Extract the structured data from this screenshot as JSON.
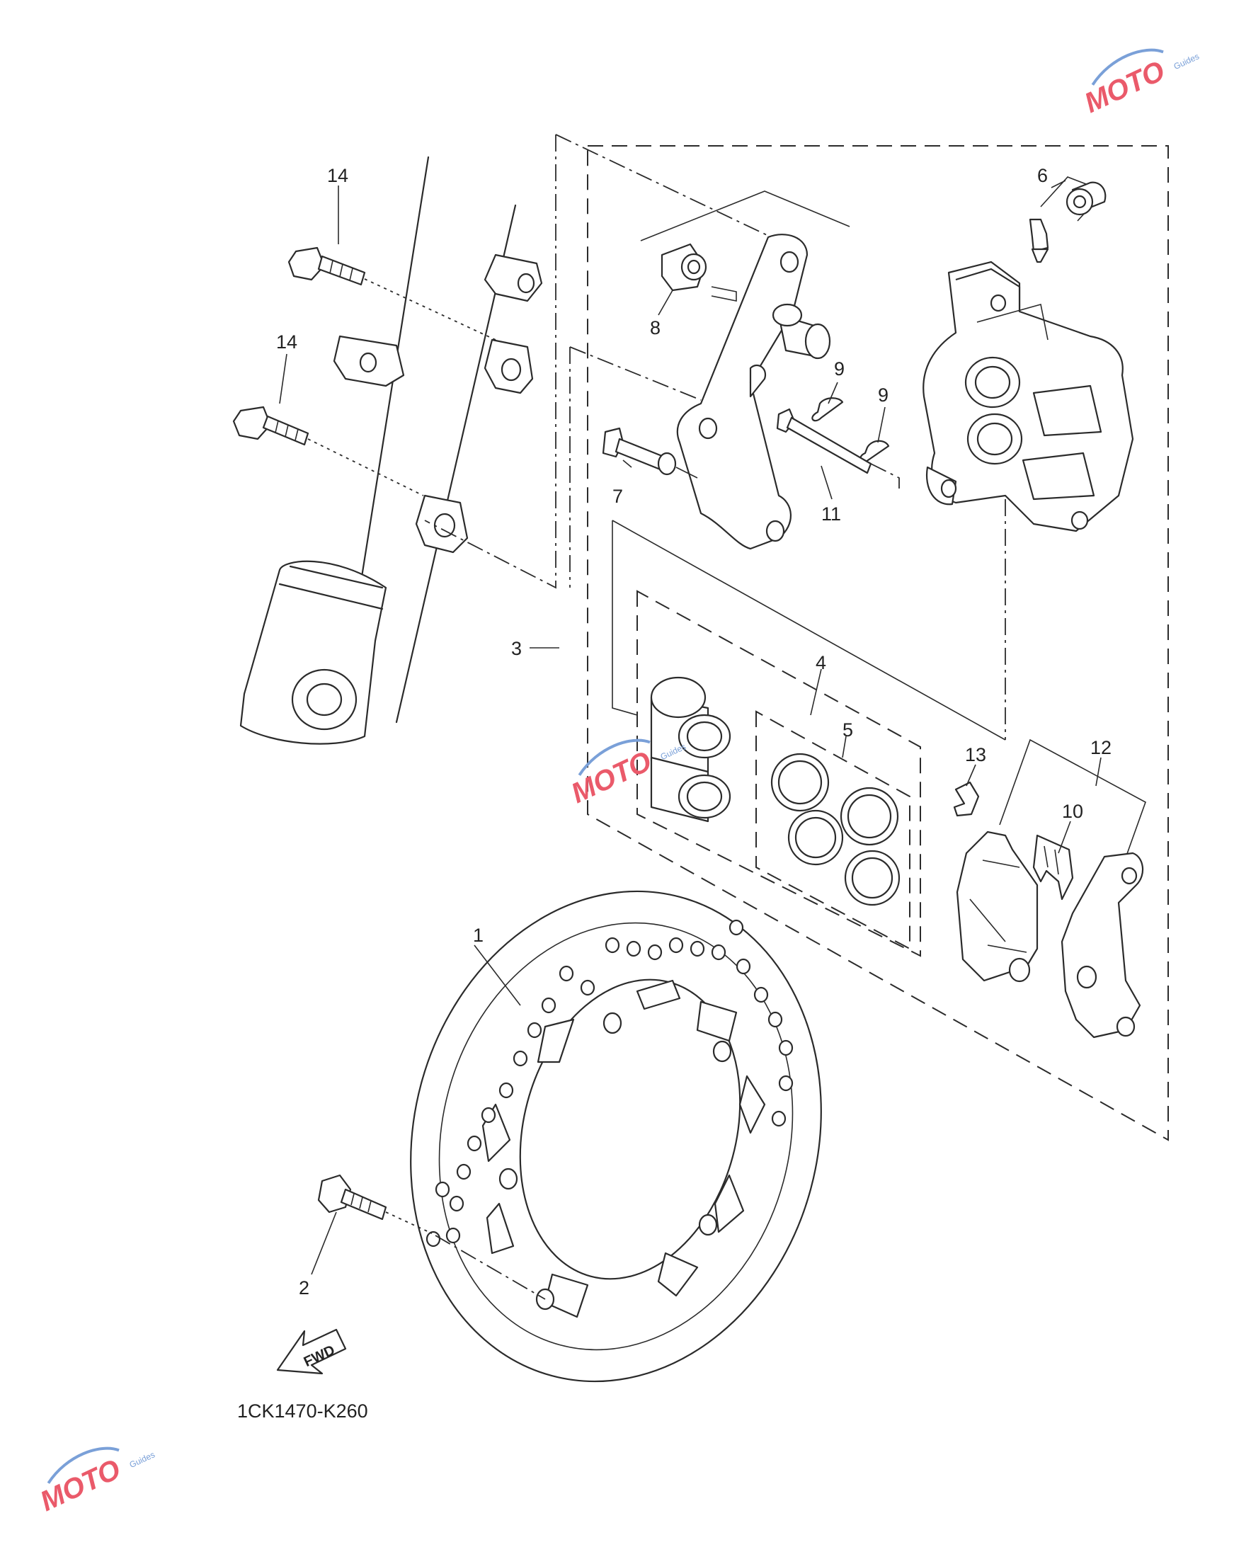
{
  "diagram": {
    "code": "1CK1470-K260",
    "fwd_label": "FWD",
    "callouts": [
      "1",
      "2",
      "3",
      "4",
      "5",
      "6",
      "7",
      "8",
      "9",
      "9",
      "10",
      "11",
      "12",
      "13",
      "14",
      "14"
    ]
  },
  "watermark": {
    "logo_text": "MOTO",
    "small_text": "Guides"
  }
}
